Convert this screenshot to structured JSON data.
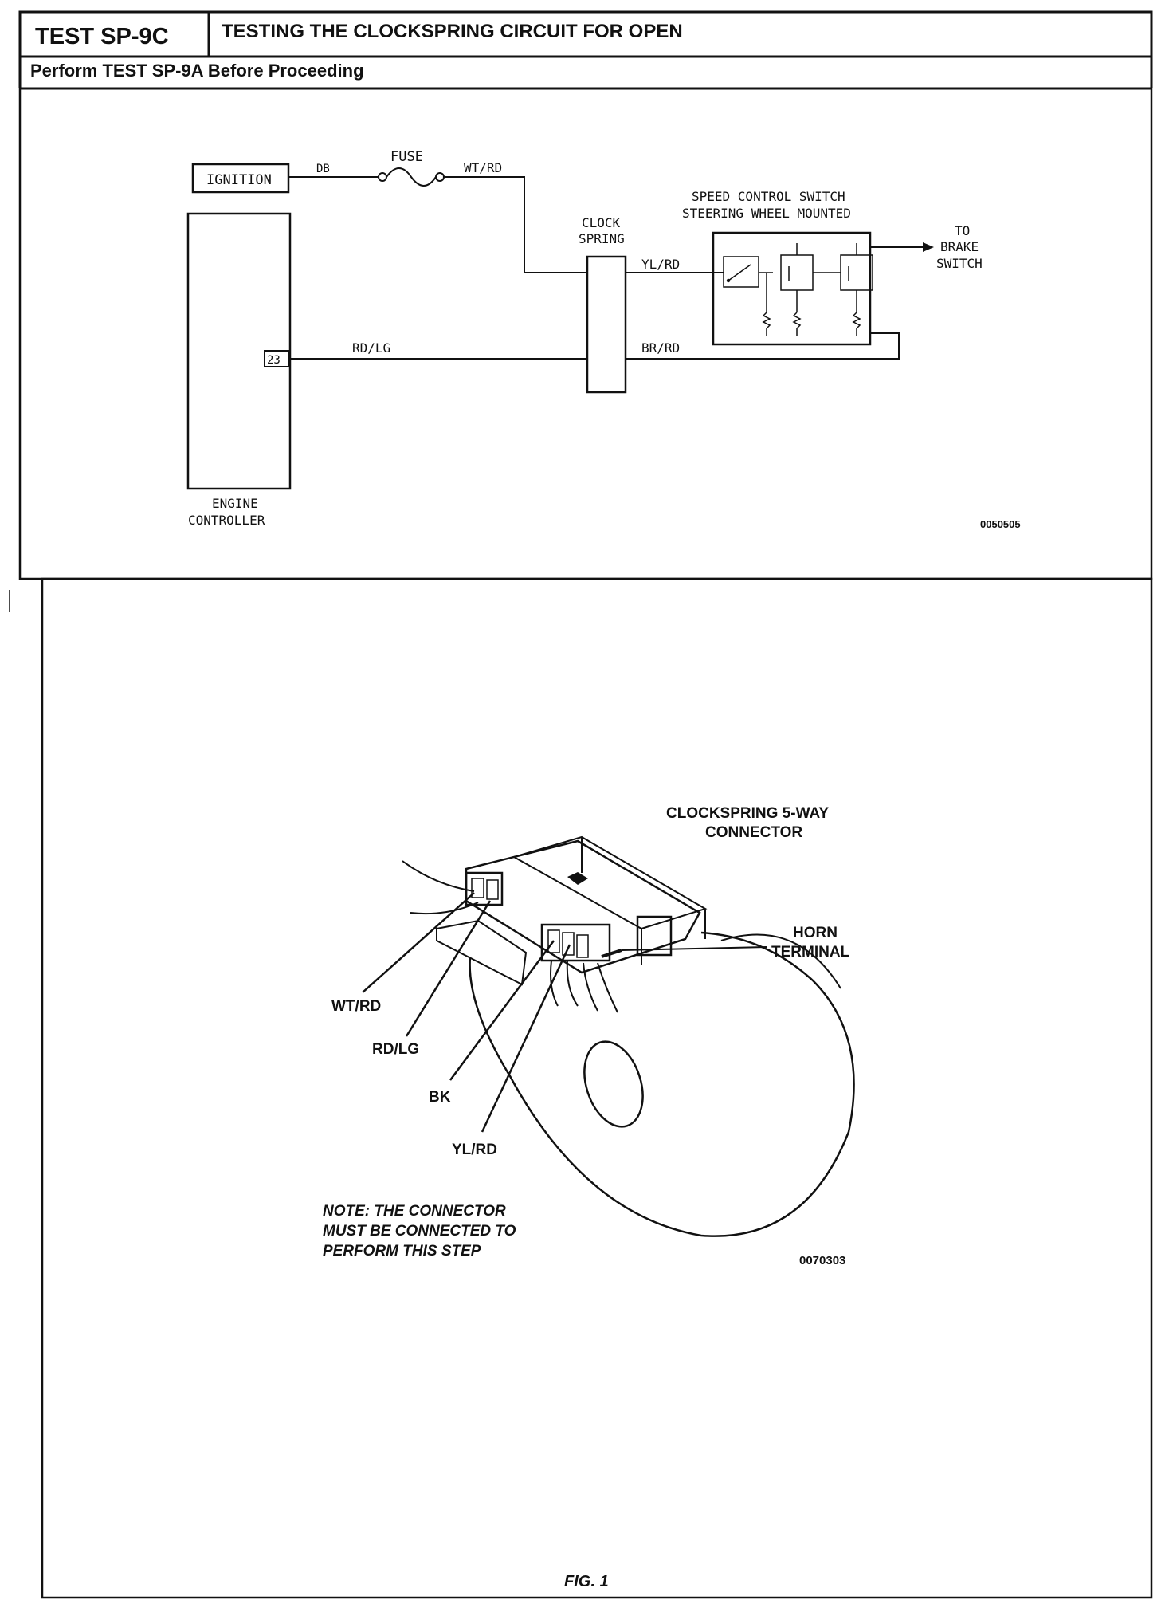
{
  "header": {
    "test_id": "TEST SP-9C",
    "title": "TESTING THE CLOCKSPRING CIRCUIT FOR OPEN",
    "subtitle": "Perform TEST SP-9A Before Proceeding"
  },
  "schematic": {
    "ignition": "IGNITION",
    "wire_db": "DB",
    "fuse": "FUSE",
    "wire_wt_rd": "WT/RD",
    "clock_spring": [
      "CLOCK",
      "SPRING"
    ],
    "speed_control": [
      "SPEED CONTROL  SWITCH",
      "STEERING WHEEL  MOUNTED"
    ],
    "to_brake": [
      "TO",
      "BRAKE",
      "SWITCH"
    ],
    "wire_yl_rd": "YL/RD",
    "wire_rd_lg": "RD/LG",
    "wire_br_rd": "BR/RD",
    "pin": "23",
    "engine_controller": [
      "ENGINE",
      "CONTROLLER"
    ],
    "figure_code": "0050505"
  },
  "connector": {
    "title": [
      "CLOCKSPRING 5-WAY",
      "CONNECTOR"
    ],
    "horn": [
      "HORN",
      "TERMINAL"
    ],
    "wires": [
      "WT/RD",
      "RD/LG",
      "BK",
      "YL/RD"
    ],
    "note": [
      "NOTE: THE CONNECTOR",
      "MUST BE CONNECTED TO",
      "PERFORM THIS STEP"
    ],
    "figure_code": "0070303",
    "fig_label": "FIG. 1"
  }
}
